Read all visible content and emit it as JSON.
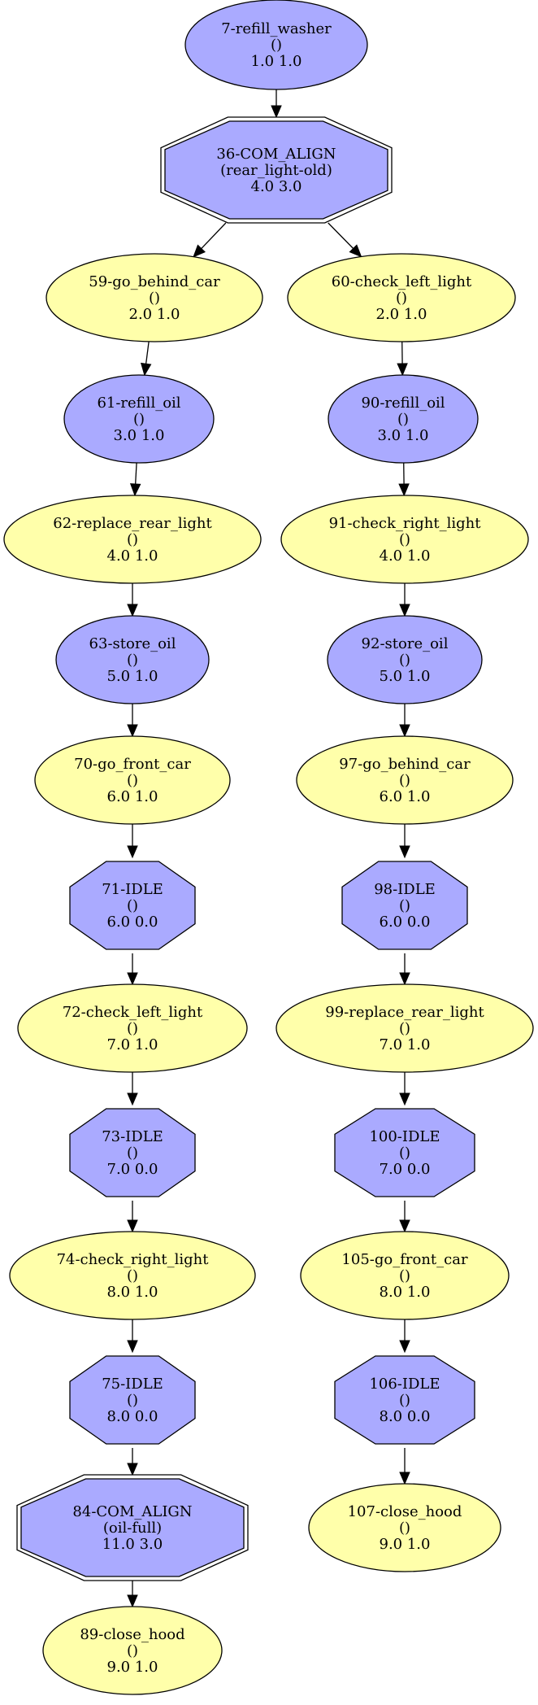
{
  "colors": {
    "blue_node": "#aaaaff",
    "yellow_node": "#ffffaa",
    "stroke": "#000000"
  },
  "nodes": [
    {
      "id": "n7",
      "lines": [
        "7-refill_washer",
        "()",
        "1.0 1.0"
      ],
      "shape": "ellipse",
      "color": "blue"
    },
    {
      "id": "n36",
      "lines": [
        "36-COM_ALIGN",
        "(rear_light-old)",
        "4.0 3.0"
      ],
      "shape": "double-octagon",
      "color": "blue"
    },
    {
      "id": "n59",
      "lines": [
        "59-go_behind_car",
        "()",
        "2.0 1.0"
      ],
      "shape": "ellipse",
      "color": "yellow"
    },
    {
      "id": "n60",
      "lines": [
        "60-check_left_light",
        "()",
        "2.0 1.0"
      ],
      "shape": "ellipse",
      "color": "yellow"
    },
    {
      "id": "n61",
      "lines": [
        "61-refill_oil",
        "()",
        "3.0 1.0"
      ],
      "shape": "ellipse",
      "color": "blue"
    },
    {
      "id": "n90",
      "lines": [
        "90-refill_oil",
        "()",
        "3.0 1.0"
      ],
      "shape": "ellipse",
      "color": "blue"
    },
    {
      "id": "n62",
      "lines": [
        "62-replace_rear_light",
        "()",
        "4.0 1.0"
      ],
      "shape": "ellipse",
      "color": "yellow"
    },
    {
      "id": "n91",
      "lines": [
        "91-check_right_light",
        "()",
        "4.0 1.0"
      ],
      "shape": "ellipse",
      "color": "yellow"
    },
    {
      "id": "n63",
      "lines": [
        "63-store_oil",
        "()",
        "5.0 1.0"
      ],
      "shape": "ellipse",
      "color": "blue"
    },
    {
      "id": "n92",
      "lines": [
        "92-store_oil",
        "()",
        "5.0 1.0"
      ],
      "shape": "ellipse",
      "color": "blue"
    },
    {
      "id": "n70",
      "lines": [
        "70-go_front_car",
        "()",
        "6.0 1.0"
      ],
      "shape": "ellipse",
      "color": "yellow"
    },
    {
      "id": "n97",
      "lines": [
        "97-go_behind_car",
        "()",
        "6.0 1.0"
      ],
      "shape": "ellipse",
      "color": "yellow"
    },
    {
      "id": "n71",
      "lines": [
        "71-IDLE",
        "()",
        "6.0 0.0"
      ],
      "shape": "octagon",
      "color": "blue"
    },
    {
      "id": "n98",
      "lines": [
        "98-IDLE",
        "()",
        "6.0 0.0"
      ],
      "shape": "octagon",
      "color": "blue"
    },
    {
      "id": "n72",
      "lines": [
        "72-check_left_light",
        "()",
        "7.0 1.0"
      ],
      "shape": "ellipse",
      "color": "yellow"
    },
    {
      "id": "n99",
      "lines": [
        "99-replace_rear_light",
        "()",
        "7.0 1.0"
      ],
      "shape": "ellipse",
      "color": "yellow"
    },
    {
      "id": "n73",
      "lines": [
        "73-IDLE",
        "()",
        "7.0 0.0"
      ],
      "shape": "octagon",
      "color": "blue"
    },
    {
      "id": "n100",
      "lines": [
        "100-IDLE",
        "()",
        "7.0 0.0"
      ],
      "shape": "octagon",
      "color": "blue"
    },
    {
      "id": "n74",
      "lines": [
        "74-check_right_light",
        "()",
        "8.0 1.0"
      ],
      "shape": "ellipse",
      "color": "yellow"
    },
    {
      "id": "n105",
      "lines": [
        "105-go_front_car",
        "()",
        "8.0 1.0"
      ],
      "shape": "ellipse",
      "color": "yellow"
    },
    {
      "id": "n75",
      "lines": [
        "75-IDLE",
        "()",
        "8.0 0.0"
      ],
      "shape": "octagon",
      "color": "blue"
    },
    {
      "id": "n106",
      "lines": [
        "106-IDLE",
        "()",
        "8.0 0.0"
      ],
      "shape": "octagon",
      "color": "blue"
    },
    {
      "id": "n84",
      "lines": [
        "84-COM_ALIGN",
        "(oil-full)",
        "11.0 3.0"
      ],
      "shape": "double-octagon",
      "color": "blue"
    },
    {
      "id": "n107",
      "lines": [
        "107-close_hood",
        "()",
        "9.0 1.0"
      ],
      "shape": "ellipse",
      "color": "yellow"
    },
    {
      "id": "n89",
      "lines": [
        "89-close_hood",
        "()",
        "9.0 1.0"
      ],
      "shape": "ellipse",
      "color": "yellow"
    }
  ],
  "edges": [
    [
      "n7",
      "n36"
    ],
    [
      "n36",
      "n59"
    ],
    [
      "n36",
      "n60"
    ],
    [
      "n59",
      "n61"
    ],
    [
      "n61",
      "n62"
    ],
    [
      "n62",
      "n63"
    ],
    [
      "n63",
      "n70"
    ],
    [
      "n70",
      "n71"
    ],
    [
      "n71",
      "n72"
    ],
    [
      "n72",
      "n73"
    ],
    [
      "n73",
      "n74"
    ],
    [
      "n74",
      "n75"
    ],
    [
      "n75",
      "n84"
    ],
    [
      "n84",
      "n89"
    ],
    [
      "n60",
      "n90"
    ],
    [
      "n90",
      "n91"
    ],
    [
      "n91",
      "n92"
    ],
    [
      "n92",
      "n97"
    ],
    [
      "n97",
      "n98"
    ],
    [
      "n98",
      "n99"
    ],
    [
      "n99",
      "n100"
    ],
    [
      "n100",
      "n105"
    ],
    [
      "n105",
      "n106"
    ],
    [
      "n106",
      "n107"
    ]
  ]
}
